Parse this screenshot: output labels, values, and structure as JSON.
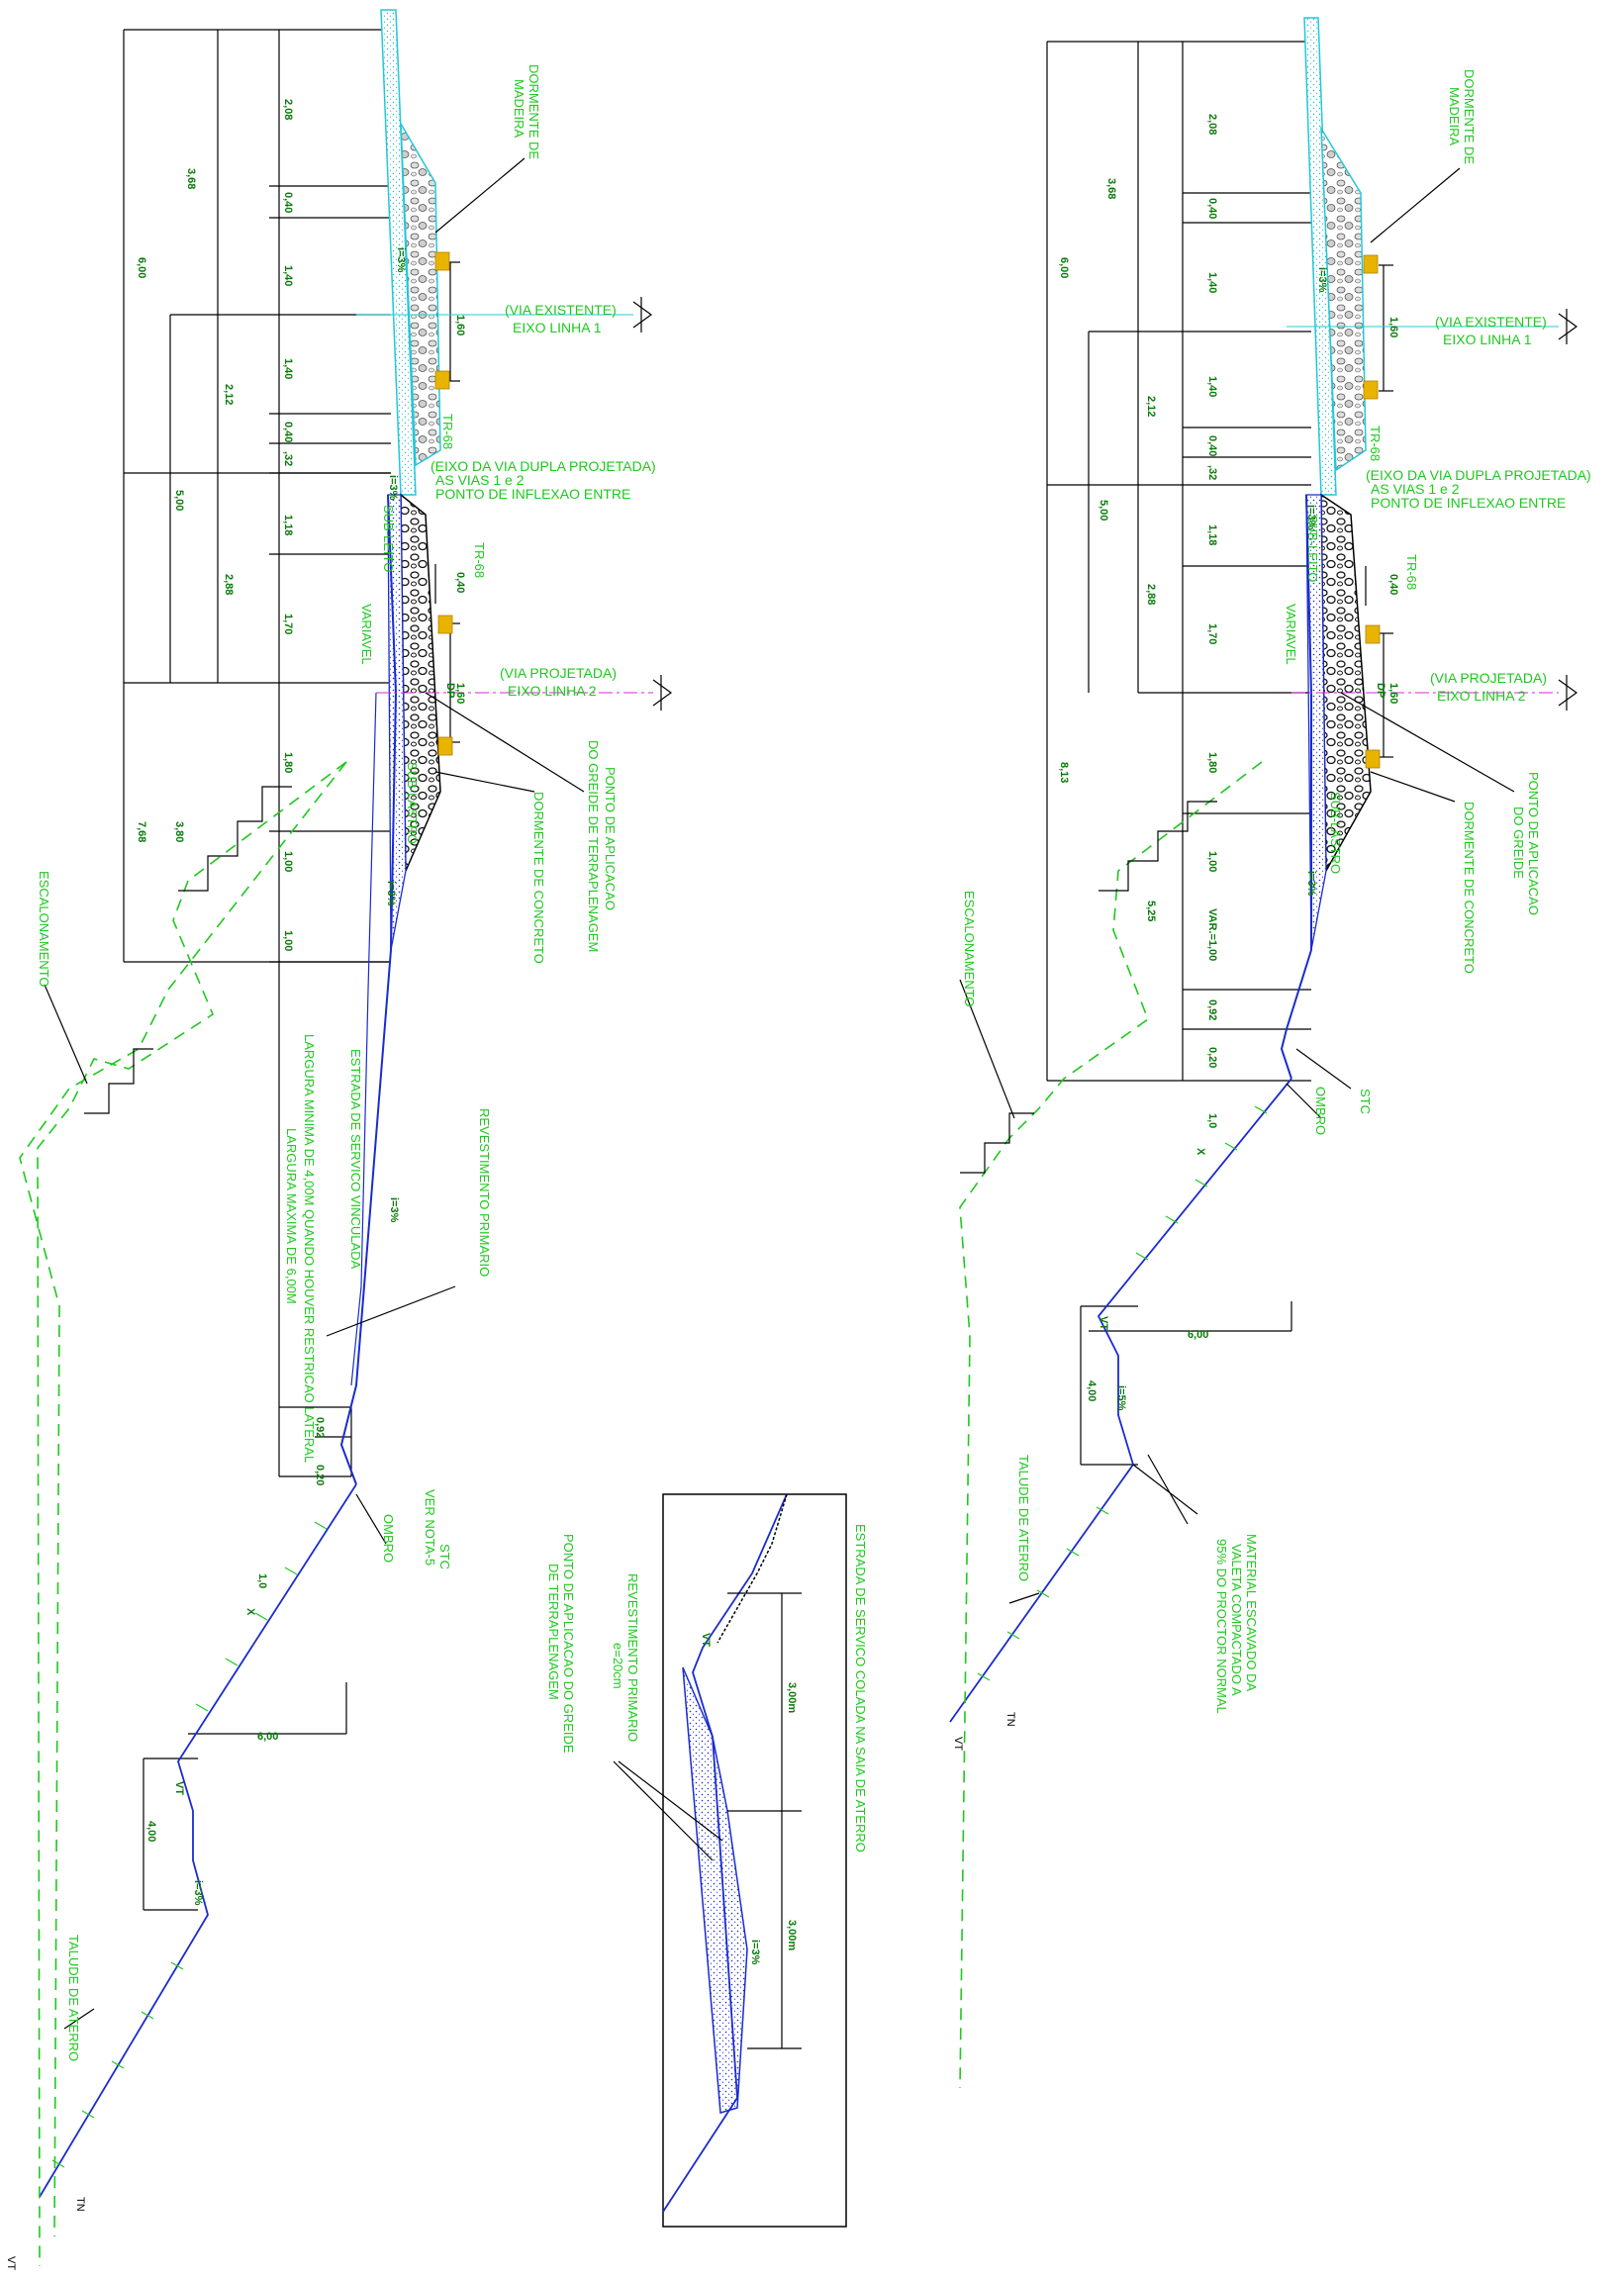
{
  "left_section": {
    "dims": {
      "d_6_00": "6,00",
      "d_3_68": "3,68",
      "d_2_08": "2,08",
      "d_0_40a": "0,40",
      "d_1_40a": "1,40",
      "d_1_40b": "1,40",
      "d_0_40b": "0,40",
      "d_0_32": ",32",
      "d_2_12": "2,12",
      "d_5_00": "5,00",
      "d_1_18": "1,18",
      "d_2_88": "2,88",
      "d_1_70": "1,70",
      "d_7_68": "7,68",
      "d_1_80": "1,80",
      "d_3_80": "3,80",
      "d_1_00a": "1,00",
      "d_1_00b": "1,00",
      "d_1_60a": "1,60",
      "d_0_40c": "0,40",
      "d_1_60b": "1,60",
      "d_0_92": "0,92",
      "d_0_20": "0,20",
      "d_6_00b": "6,00",
      "d_4_00": "4,00",
      "slope_1": "i=3%",
      "slope_2": "i=3%",
      "slope_3": "i=3%",
      "slope_4": "i=3%",
      "slope_5": "i=3%",
      "taper": "1,0",
      "taper_x": "X",
      "dp": "DP"
    },
    "labels": {
      "dormente_madeira_1": "DORMENTE DE",
      "dormente_madeira_2": "MADEIRA",
      "via_existente": "(VIA EXISTENTE)",
      "eixo_linha_1": "EIXO LINHA 1",
      "eixo_dupla": "(EIXO DA VIA DUPLA PROJETADA)",
      "vias_1_2": "AS VIAS 1 e 2",
      "ponto_inflexao": "PONTO DE INFLEXAO ENTRE",
      "tr68_a": "TR-68",
      "tr68_b": "TR-68",
      "via_projetada": "(VIA PROJETADA)",
      "eixo_linha_2": "EIXO LINHA 2",
      "ponto_aplic_1": "PONTO DE APLICACAO",
      "ponto_aplic_2": "DO GREIDE DE TERRAPLENAGEM",
      "dormente_concreto": "DORMENTE DE CONCRETO",
      "sub_leito": "SUB-LEITO",
      "variavel": "VARIAVEL",
      "sub_lastro": "SUB-LASTRO",
      "escalonamento": "ESCALONAMENTO",
      "revestimento": "REVESTIMENTO PRIMARIO",
      "estrada_1": "ESTRADA DE SERVICO VINCULADA",
      "largura_1": "LARGURA MINIMA DE 4,00M QUANDO HOUVER RESTRICAO LATERAL",
      "largura_2": "LARGURA MAXIMA DE 6,00M",
      "stc": "STC",
      "ver_nota": "VER NOTA-5",
      "ombro": "OMBRO",
      "vt": "VT",
      "vt2": "VT",
      "talude": "TALUDE DE ATERRO",
      "tn": "TN"
    }
  },
  "right_section": {
    "dims": {
      "d_6_00": "6,00",
      "d_3_68": "3,68",
      "d_2_08": "2,08",
      "d_0_40a": "0,40",
      "d_1_40a": "1,40",
      "d_1_40b": "1,40",
      "d_0_40b": "0,40",
      "d_0_32": ",32",
      "d_2_12": "2,12",
      "d_5_00": "5,00",
      "d_1_18": "1,18",
      "d_2_88": "2,88",
      "d_1_70": "1,70",
      "d_8_13": "8,13",
      "d_1_80": "1,80",
      "d_5_25": "5,25",
      "d_1_00": "1,00",
      "d_var": "VAR.=1,00",
      "d_0_92": "0,92",
      "d_0_20": "0,20",
      "d_1_60a": "1,60",
      "d_0_40c": "0,40",
      "d_1_60b": "1,60",
      "d_6_00b": "6,00",
      "d_4_00": "4,00",
      "slope_1": "i=3%",
      "slope_2": "i=3%",
      "slope_3": "i=3%",
      "slope_4": "i=5%",
      "taper": "1,0",
      "taper_x": "X",
      "dp": "DP"
    },
    "labels": {
      "dormente_madeira_1": "DORMENTE DE",
      "dormente_madeira_2": "MADEIRA",
      "via_existente": "(VIA EXISTENTE)",
      "eixo_linha_1": "EIXO LINHA 1",
      "eixo_dupla": "(EIXO DA VIA DUPLA PROJETADA)",
      "vias_1_2": "AS VIAS 1 e 2",
      "ponto_inflexao": "PONTO DE INFLEXAO ENTRE",
      "tr68_a": "TR-68",
      "tr68_b": "TR-68",
      "via_projetada": "(VIA PROJETADA)",
      "eixo_linha_2": "EIXO LINHA 2",
      "ponto_aplic_1": "PONTO DE APLICACAO",
      "ponto_aplic_2": "DO GREIDE",
      "dormente_concreto": "DORMENTE DE CONCRETO",
      "sub_leito": "SUB-LEITO",
      "variavel": "VARIAVEL",
      "sub_lastro": "SUB-LASTRO",
      "escalonamento": "ESCALONAMENTO",
      "stc": "STC",
      "ombro": "OMBRO",
      "vt": "VT",
      "material_1": "MATERIAL ESCAVADO DA",
      "material_2": "VALETA COMPACTADO A",
      "material_3": "95% DO PROCTOR NORMAL",
      "talude": "TALUDE DE ATERRO",
      "tn": "TN",
      "vt2": "VT"
    }
  },
  "detail_box": {
    "title": "ESTRADA DE SERVICO COLADA NA SAIA DE ATERRO",
    "revest_1": "REVESTIMENTO PRIMARIO",
    "revest_2": "e=20cm",
    "ponto_1": "PONTO DE APLICACAO DO GREIDE",
    "ponto_2": "DE TERRAPLENAGEM",
    "d_3_00a": "3,00m",
    "d_3_00b": "3,00m",
    "slope": "i=3%",
    "vt": "VT"
  }
}
